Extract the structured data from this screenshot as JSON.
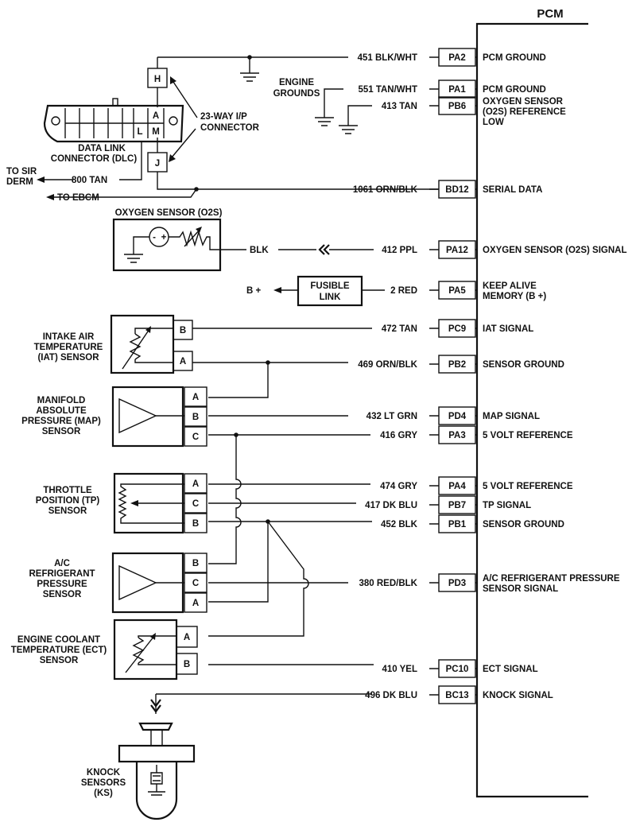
{
  "pcm": {
    "title": "PCM"
  },
  "pins": [
    {
      "pin": "PA2",
      "wire": "451 BLK/WHT",
      "func": [
        "PCM GROUND"
      ]
    },
    {
      "pin": "PA1",
      "wire": "551 TAN/WHT",
      "func": [
        "PCM GROUND"
      ]
    },
    {
      "pin": "PB6",
      "wire": "413 TAN",
      "func": [
        "OXYGEN SENSOR",
        "(O2S) REFERENCE",
        "LOW"
      ]
    },
    {
      "pin": "BD12",
      "wire": "1061 ORN/BLK",
      "func": [
        "SERIAL DATA"
      ]
    },
    {
      "pin": "PA12",
      "wire": "412 PPL",
      "func": [
        "OXYGEN SENSOR (O2S) SIGNAL"
      ]
    },
    {
      "pin": "PA5",
      "wire": "2 RED",
      "func": [
        "KEEP ALIVE",
        "MEMORY (B +)"
      ]
    },
    {
      "pin": "PC9",
      "wire": "472 TAN",
      "func": [
        "IAT SIGNAL"
      ]
    },
    {
      "pin": "PB2",
      "wire": "469 ORN/BLK",
      "func": [
        "SENSOR GROUND"
      ]
    },
    {
      "pin": "PD4",
      "wire": "432 LT GRN",
      "func": [
        "MAP SIGNAL"
      ]
    },
    {
      "pin": "PA3",
      "wire": "416 GRY",
      "func": [
        "5 VOLT REFERENCE"
      ]
    },
    {
      "pin": "PA4",
      "wire": "474 GRY",
      "func": [
        "5 VOLT REFERENCE"
      ]
    },
    {
      "pin": "PB7",
      "wire": "417 DK BLU",
      "func": [
        "TP SIGNAL"
      ]
    },
    {
      "pin": "PB1",
      "wire": "452 BLK",
      "func": [
        "SENSOR GROUND"
      ]
    },
    {
      "pin": "PD3",
      "wire": "380 RED/BLK",
      "func": [
        "A/C REFRIGERANT PRESSURE",
        "SENSOR SIGNAL"
      ]
    },
    {
      "pin": "PC10",
      "wire": "410 YEL",
      "func": [
        "ECT SIGNAL"
      ]
    },
    {
      "pin": "BC13",
      "wire": "496 DK BLU",
      "func": [
        "KNOCK SIGNAL"
      ]
    }
  ],
  "labels": {
    "engine_grounds": [
      "ENGINE",
      "GROUNDS"
    ],
    "ip_connector": [
      "23-WAY I/P",
      "CONNECTOR"
    ],
    "dlc": [
      "DATA LINK",
      "CONNECTOR (DLC)"
    ],
    "to_sir": [
      "TO SIR",
      "DERM"
    ],
    "wire_800": "800 TAN",
    "to_ebcm": "TO EBCM",
    "o2s_title": "OXYGEN SENSOR (O2S)",
    "blk": "BLK",
    "b_plus": "B +",
    "fusible": [
      "FUSIBLE",
      "LINK"
    ],
    "iat": [
      "INTAKE AIR",
      "TEMPERATURE",
      "(IAT) SENSOR"
    ],
    "map": [
      "MANIFOLD",
      "ABSOLUTE",
      "PRESSURE (MAP)",
      "SENSOR"
    ],
    "tp": [
      "THROTTLE",
      "POSITION (TP)",
      "SENSOR"
    ],
    "ac": [
      "A/C",
      "REFRIGERANT",
      "PRESSURE",
      "SENSOR"
    ],
    "ect": [
      "ENGINE COOLANT",
      "TEMPERATURE (ECT)",
      "SENSOR"
    ],
    "ks": [
      "KNOCK",
      "SENSORS",
      "(KS)"
    ]
  },
  "connector_pins": {
    "dlc_a": "A",
    "dlc_l": "L",
    "dlc_m": "M",
    "ip_h": "H",
    "ip_j": "J",
    "iat": [
      "B",
      "A"
    ],
    "map": [
      "A",
      "B",
      "C"
    ],
    "tp": [
      "A",
      "C",
      "B"
    ],
    "ac": [
      "B",
      "C",
      "A"
    ],
    "ect": [
      "A",
      "B"
    ]
  }
}
